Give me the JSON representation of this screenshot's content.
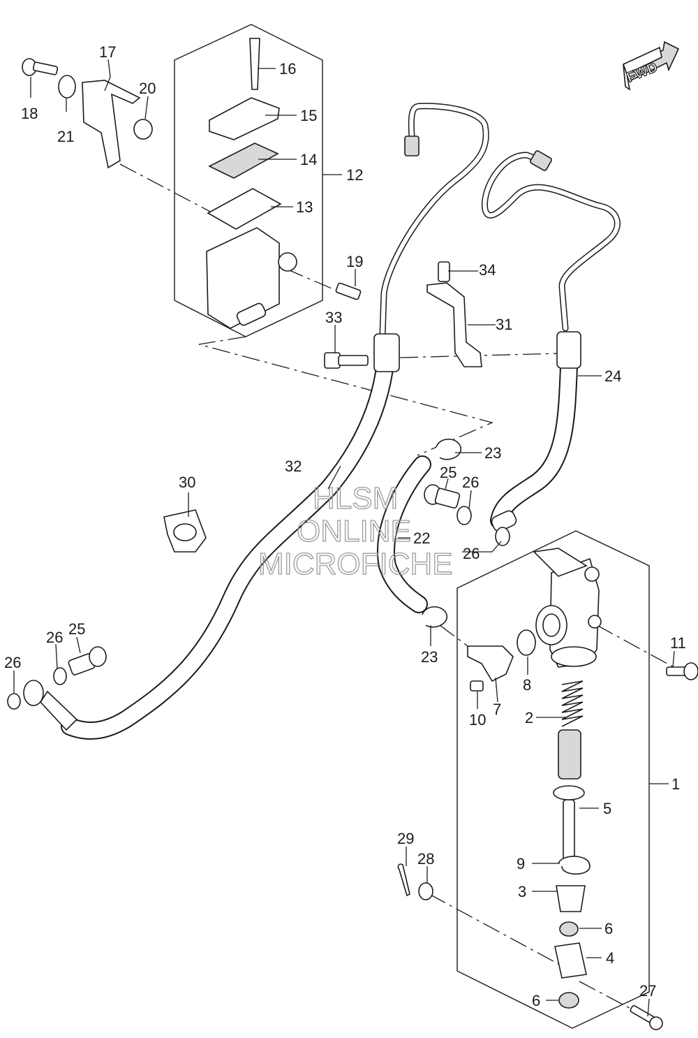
{
  "fwd_label": "FWD",
  "watermark": {
    "line1": "HLSM",
    "line2": "ONLINE",
    "line3": "MICROFICHE"
  },
  "callouts": {
    "c1": "1",
    "c2": "2",
    "c3": "3",
    "c4": "4",
    "c5": "5",
    "c6a": "6",
    "c6b": "6",
    "c7": "7",
    "c8": "8",
    "c9": "9",
    "c10": "10",
    "c11": "11",
    "c12": "12",
    "c13": "13",
    "c14": "14",
    "c15": "15",
    "c16": "16",
    "c17": "17",
    "c18": "18",
    "c19": "19",
    "c20": "20",
    "c21": "21",
    "c22": "22",
    "c23a": "23",
    "c23b": "23",
    "c24": "24",
    "c25a": "25",
    "c25b": "25",
    "c26a": "26",
    "c26b": "26",
    "c26c": "26",
    "c26d": "26",
    "c27": "27",
    "c28": "28",
    "c29": "29",
    "c30": "30",
    "c31": "31",
    "c32": "32",
    "c33": "33",
    "c34": "34"
  }
}
